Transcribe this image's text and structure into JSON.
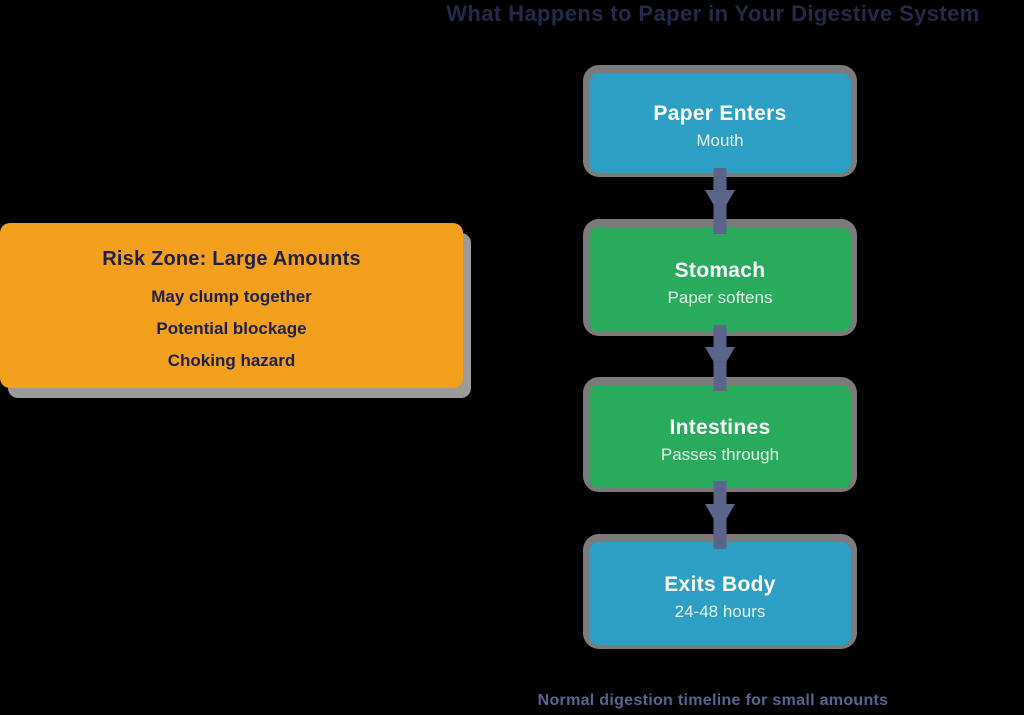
{
  "title": "What Happens to Paper in Your Digestive System",
  "caption": "Normal digestion timeline for small amounts",
  "colors": {
    "background": "#000000",
    "title_text": "#252a4a",
    "caption_text": "#5b6490",
    "node_blue": "#2d9fc5",
    "node_green": "#29ab5d",
    "node_shadow": "#7b7b7b",
    "arrow_slate": "#5b6489",
    "risk_orange": "#f2a01d",
    "risk_shadow": "#9b9b9b",
    "risk_text": "#1e2240",
    "node_text": "#ffffff"
  },
  "flow": {
    "steps": [
      {
        "label": "Paper Enters",
        "sublabel": "Mouth",
        "color": "#2d9fc5"
      },
      {
        "label": "Stomach",
        "sublabel": "Paper softens",
        "color": "#29ab5d"
      },
      {
        "label": "Intestines",
        "sublabel": "Passes through",
        "color": "#29ab5d"
      },
      {
        "label": "Exits Body",
        "sublabel": "24-48 hours",
        "color": "#2d9fc5"
      }
    ]
  },
  "risk_zone": {
    "title": "Risk Zone: Large Amounts",
    "items": [
      "May clump together",
      "Potential blockage",
      "Choking hazard"
    ]
  }
}
